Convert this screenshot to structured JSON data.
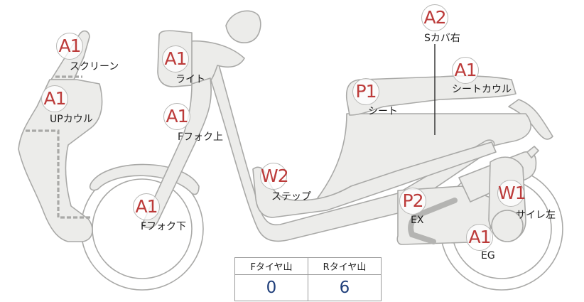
{
  "parts": [
    {
      "id": "screen",
      "rank": "A1",
      "name": "スクリーン"
    },
    {
      "id": "up-cowl",
      "rank": "A1",
      "name": "UPカウル"
    },
    {
      "id": "light",
      "rank": "A1",
      "name": "ライト"
    },
    {
      "id": "f-fork-upper",
      "rank": "A1",
      "name": "Fフォク上"
    },
    {
      "id": "f-fork-lower",
      "rank": "A1",
      "name": "Fフォク下"
    },
    {
      "id": "step",
      "rank": "W2",
      "name": "ステップ"
    },
    {
      "id": "s-cover-right",
      "rank": "A2",
      "name": "Sカバ右"
    },
    {
      "id": "seat",
      "rank": "P1",
      "name": "シート"
    },
    {
      "id": "seat-cowl",
      "rank": "A1",
      "name": "シートカウル"
    },
    {
      "id": "exhaust",
      "rank": "P2",
      "name": "EX"
    },
    {
      "id": "silencer-left",
      "rank": "W1",
      "name": "サイレ左"
    },
    {
      "id": "engine",
      "rank": "A1",
      "name": "EG"
    }
  ],
  "tread": {
    "front_label": "Fタイヤ山",
    "rear_label": "Rタイヤ山",
    "front_value": "0",
    "rear_value": "6"
  },
  "colors": {
    "rank_text": "#bc3b3a",
    "tread_value": "#1f3e7a",
    "part_fill": "#ececea",
    "part_outline": "#a9a9a7"
  }
}
